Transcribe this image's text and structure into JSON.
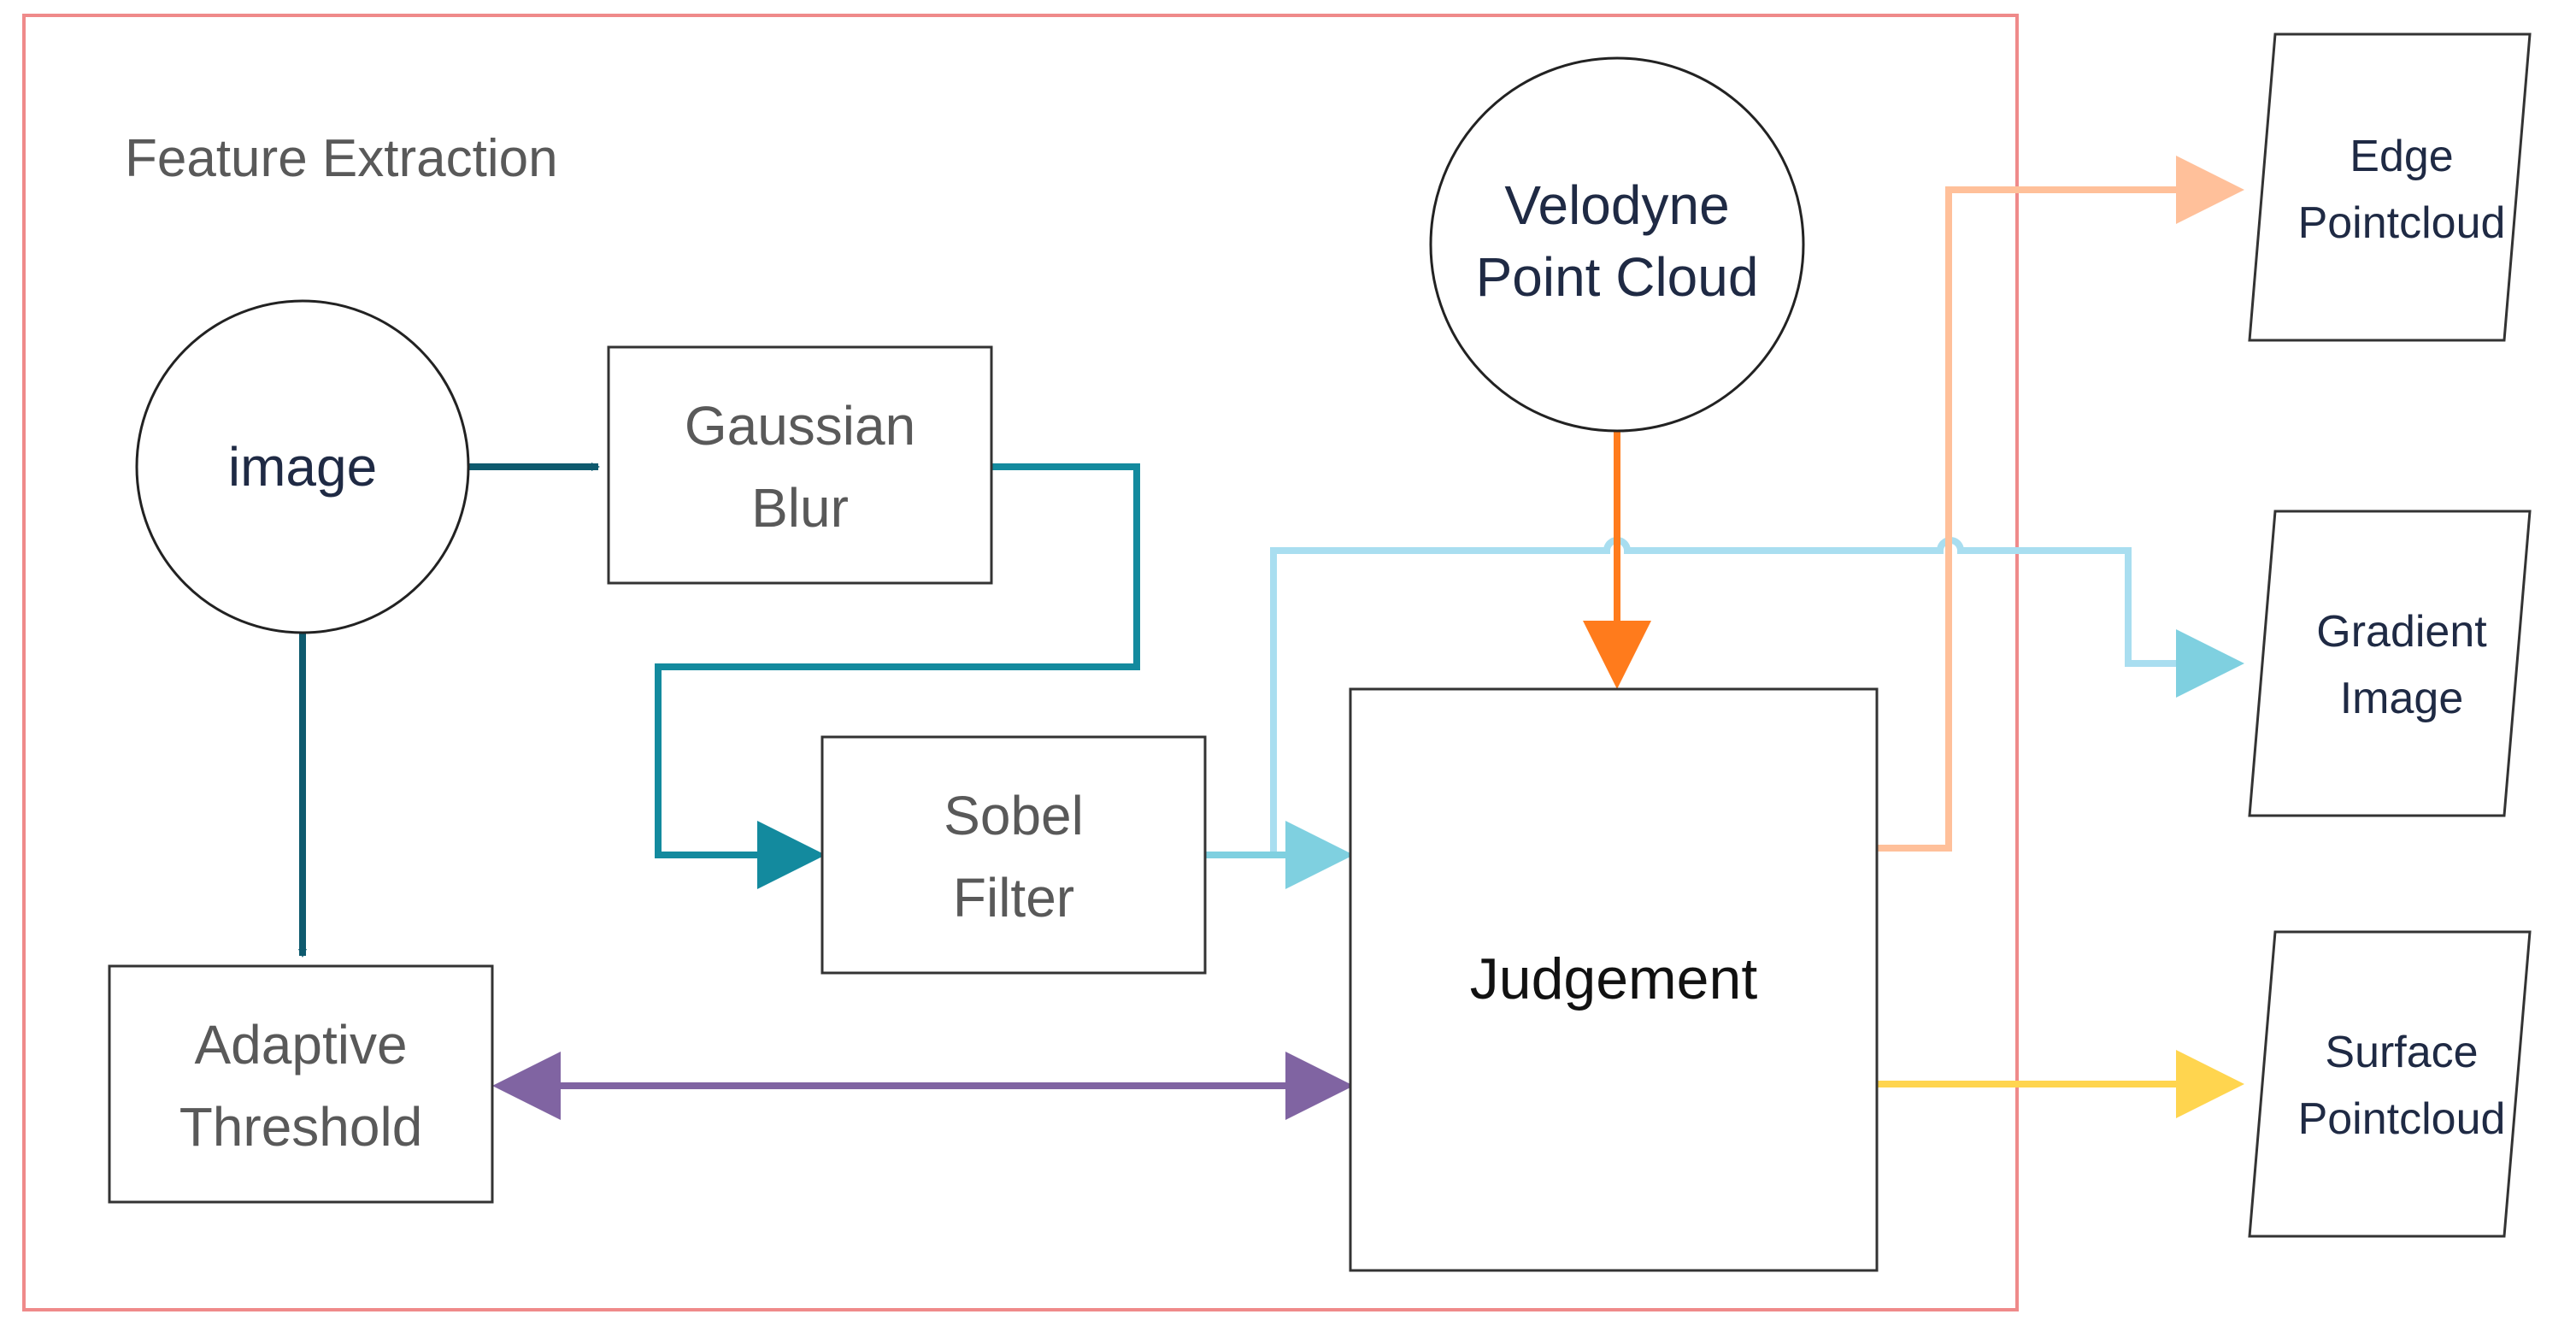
{
  "group": {
    "title": "Feature Extraction"
  },
  "nodes": {
    "image": {
      "label": "image"
    },
    "gaussian_blur": {
      "line1": "Gaussian",
      "line2": "Blur"
    },
    "sobel_filter": {
      "line1": "Sobel",
      "line2": "Filter"
    },
    "adaptive_threshold": {
      "line1": "Adaptive",
      "line2": "Threshold"
    },
    "velodyne": {
      "line1": "Velodyne",
      "line2": "Point Cloud"
    },
    "judgement": {
      "label": "Judgement"
    }
  },
  "outputs": {
    "edge_pointcloud": {
      "line1": "Edge",
      "line2": "Pointcloud"
    },
    "gradient_image": {
      "line1": "Gradient",
      "line2": "Image"
    },
    "surface_pointcloud": {
      "line1": "Surface",
      "line2": "Pointcloud"
    }
  },
  "colors": {
    "frame": "#ef8a8a",
    "teal_dark": "#0e5a6e",
    "teal": "#138a9e",
    "light_blue": "#7fd0e0",
    "orange": "#ff7b1c",
    "peach": "#ffc09a",
    "yellow": "#ffd54f",
    "purple": "#8064a2"
  }
}
